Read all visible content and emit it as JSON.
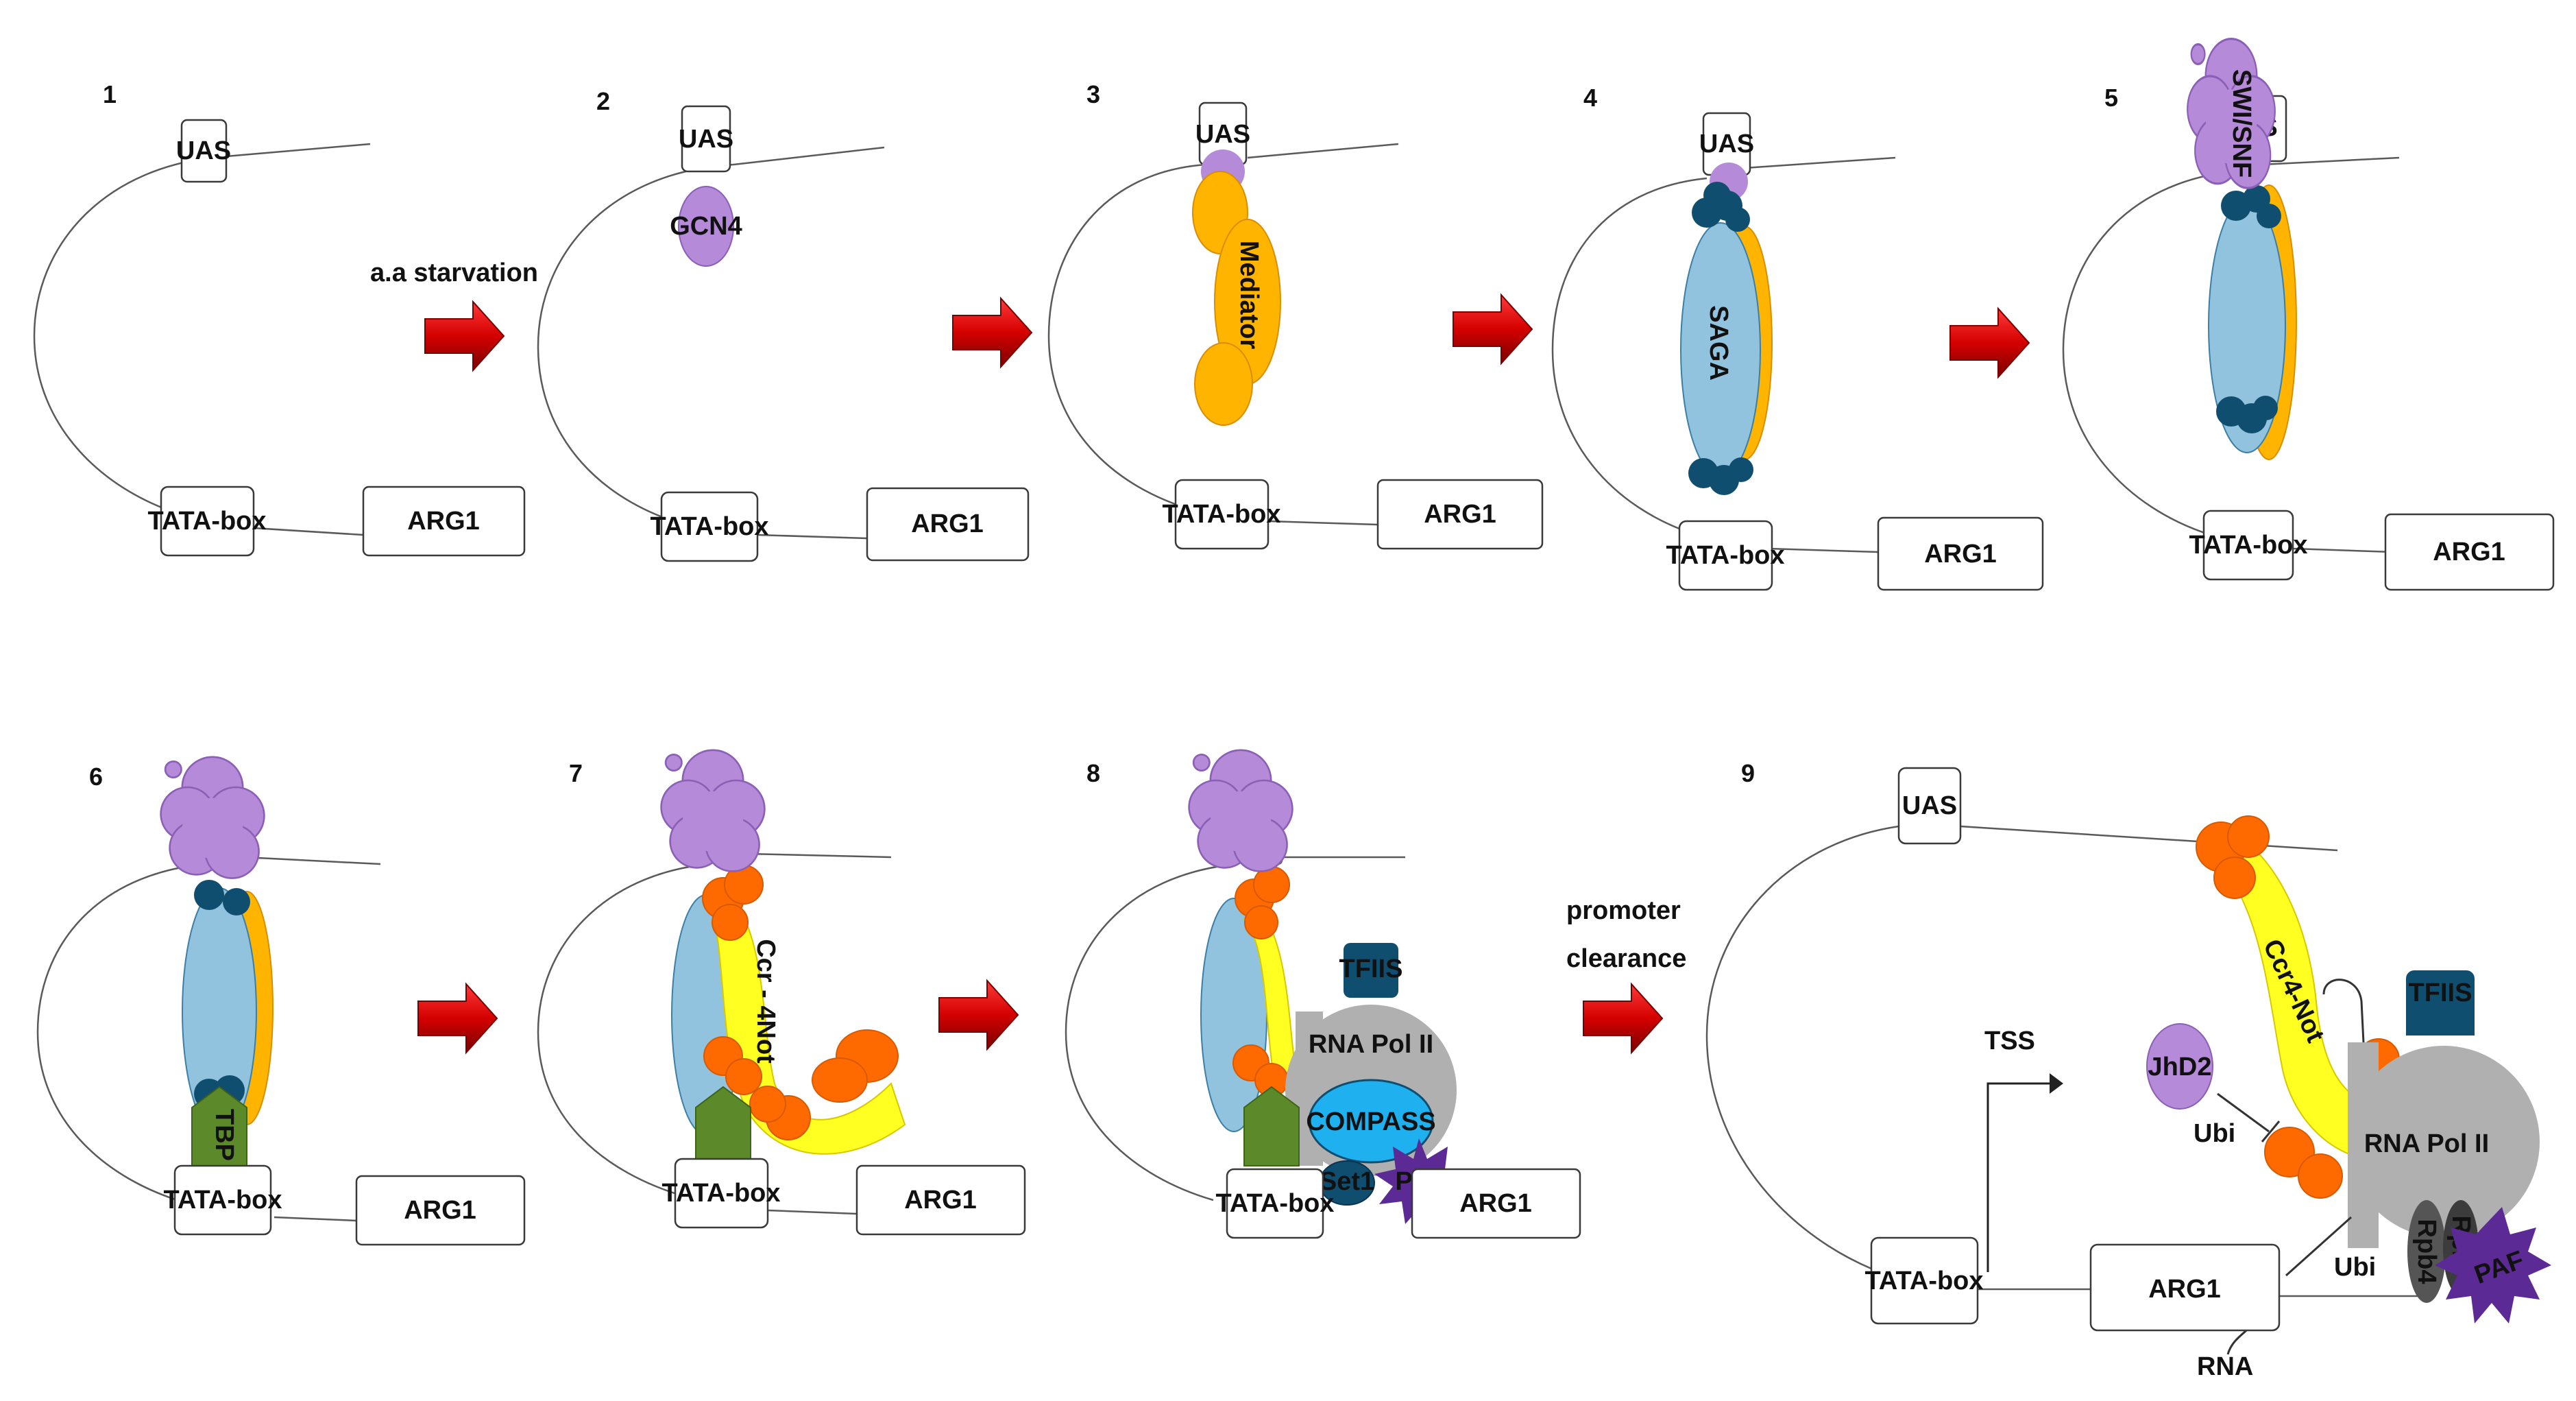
{
  "steps": [
    "1",
    "2",
    "3",
    "4",
    "5",
    "6",
    "7",
    "8",
    "9"
  ],
  "labels": {
    "uas": "UAS",
    "tata": "TATA-box",
    "arg1": "ARG1",
    "gcn4": "GCN4",
    "mediator": "Mediator",
    "saga": "SAGA",
    "swisnf": "SWI/SNF",
    "tbp": "TBP",
    "ccr4not_7": "Ccr - 4Not",
    "ccr4not_9": "Ccr4-Not",
    "tfiis": "TFIIS",
    "rnapol": "RNA Pol II",
    "compass": "COMPASS",
    "set1": "Set1",
    "paf": "PAF",
    "jhd2": "JhD2",
    "ubi": "Ubi",
    "rpb4": "Rpb4",
    "rpb7": "Rpb7",
    "tss": "TSS",
    "rna": "RNA",
    "s_frag": "S"
  },
  "transitions": {
    "aa_starvation": "a.a starvation",
    "promoter_line1": "promoter",
    "promoter_line2": "clearance"
  },
  "colors": {
    "gcn4": "#b48ad9",
    "mediator": "#ffb400",
    "saga": "#92c3de",
    "saga_dots": "#0f4e6f",
    "tbp": "#5c8a2a",
    "ccr4": "#ffff22",
    "ccr4_dots": "#ff6a00",
    "rnapol": "#b0b0b0",
    "compass": "#1eb0ef",
    "paf": "#5b2a95",
    "arrow": "#d40000",
    "ubi": "#e00000"
  }
}
